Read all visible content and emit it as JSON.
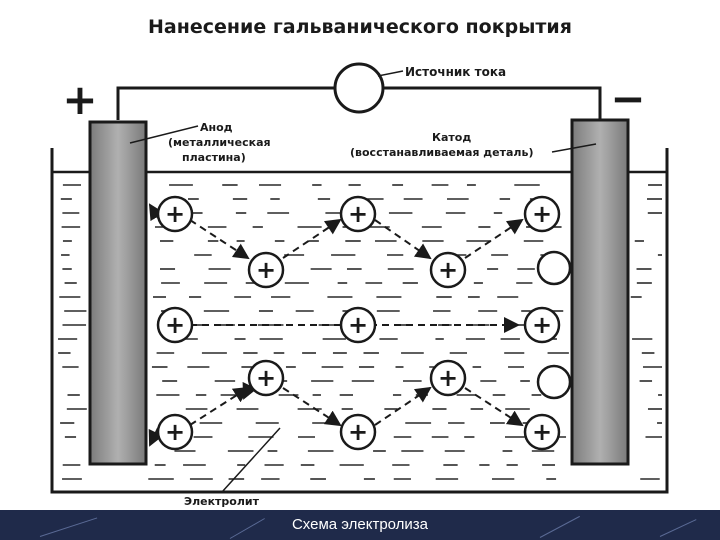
{
  "diagram": {
    "title": "Нанесение гальванического покрытия",
    "source_label": "Источник тока",
    "plus_sign": "+",
    "minus_sign": "−",
    "anode_label_line1": "Анод",
    "anode_label_line2": "(металлическая",
    "anode_label_line3": "пластина)",
    "cathode_label_line1": "Катод",
    "cathode_label_line2": "(восстанавливаемая деталь)",
    "electrolyte_label": "Электролит",
    "ion_symbol": "+"
  },
  "footer": {
    "caption": "Схема электролиза"
  },
  "colors": {
    "footer_bg": "#1f2a4a",
    "ink": "#1a1a1a",
    "electrode_fill": "#9a9a9a"
  }
}
